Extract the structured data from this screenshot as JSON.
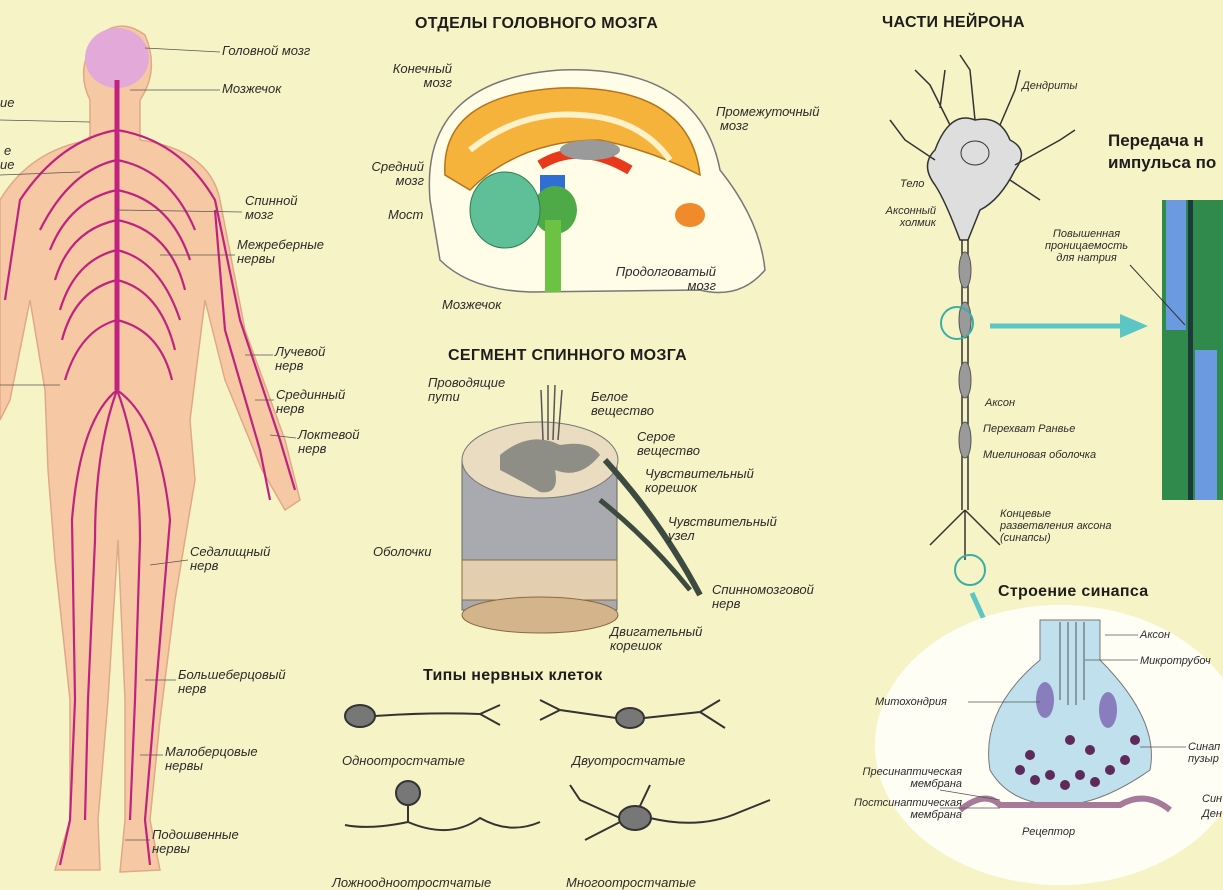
{
  "colors": {
    "background": "#f6f4c6",
    "nerves": "#c0237f",
    "body": "#f6c9a4",
    "arrow": "#5cc6c6"
  },
  "body_figure": {
    "partial_labels": [
      "ие",
      "е",
      "ие"
    ],
    "labels": {
      "brain": "Головной мозг",
      "cerebellum": "Мозжечок",
      "spinal_cord": [
        "Спинной",
        "мозг"
      ],
      "intercostal": [
        "Межреберные",
        "нервы"
      ],
      "radial": [
        "Лучевой",
        "нерв"
      ],
      "median": [
        "Срединный",
        "нерв"
      ],
      "ulnar": [
        "Локтевой",
        "нерв"
      ],
      "sciatic": [
        "Седалищный",
        "нерв"
      ],
      "tibial": [
        "Большеберцовый",
        "нерв"
      ],
      "peroneal": [
        "Малоберцовые",
        "нервы"
      ],
      "plantar": [
        "Подошвенные",
        "нервы"
      ]
    }
  },
  "brain_sections": {
    "title": "ОТДЕЛЫ ГОЛОВНОГО МОЗГА",
    "labels": {
      "telencephalon": [
        "Конечный",
        "мозг"
      ],
      "diencephalon": [
        "Промежуточный",
        "мозг"
      ],
      "midbrain": [
        "Средний",
        "мозг"
      ],
      "pons": "Мост",
      "medulla": [
        "Продолговатый",
        "мозг"
      ],
      "cerebellum": "Мозжечок"
    }
  },
  "spinal_segment": {
    "title": "СЕГМЕНТ СПИННОГО МОЗГА",
    "labels": {
      "tracts": [
        "Проводящие",
        "пути"
      ],
      "white": [
        "Белое",
        "вещество"
      ],
      "gray": [
        "Серое",
        "вещество"
      ],
      "sensory_root": [
        "Чувствительный",
        "корешок"
      ],
      "sensory_ganglion": [
        "Чувствительный",
        "узел"
      ],
      "meninges": "Оболочки",
      "spinal_nerve": [
        "Спинномозговой",
        "нерв"
      ],
      "motor_root": [
        "Двигательный",
        "корешок"
      ]
    }
  },
  "cell_types": {
    "title": "Типы нервных клеток",
    "types": [
      "Одноотростчатые",
      "Двуотростчатые",
      "Ложноодноотростчатые",
      "Многоотростчатые"
    ]
  },
  "neuron_parts": {
    "title": "ЧАСТИ НЕЙРОНА",
    "labels": {
      "dendrites": "Дендриты",
      "body": "Тело",
      "hillock": [
        "Аксонный",
        "холмик"
      ],
      "axon": "Аксон",
      "ranvier": "Перехват Ранвье",
      "myelin": "Миелиновая оболочка",
      "terminals": [
        "Концевые",
        "разветвления аксона",
        "(синапсы)"
      ]
    }
  },
  "impulse": {
    "title": [
      "Передача н",
      "импульса по"
    ],
    "label": [
      "Повышенная",
      "проницаемость",
      "для натрия"
    ]
  },
  "synapse": {
    "title": "Строение синапса",
    "labels": {
      "axon": "Аксон",
      "microtubules": "Микротрубоч",
      "mitochondria": "Митохондрия",
      "vesicles": [
        "Синап",
        "пузыр"
      ],
      "presynaptic": [
        "Пресинаптическая",
        "мембрана"
      ],
      "postsynaptic": [
        "Постсинаптическая",
        "мембрана"
      ],
      "receptor": "Рецептор",
      "cleft": "Син",
      "dendrite": "Ден"
    }
  }
}
